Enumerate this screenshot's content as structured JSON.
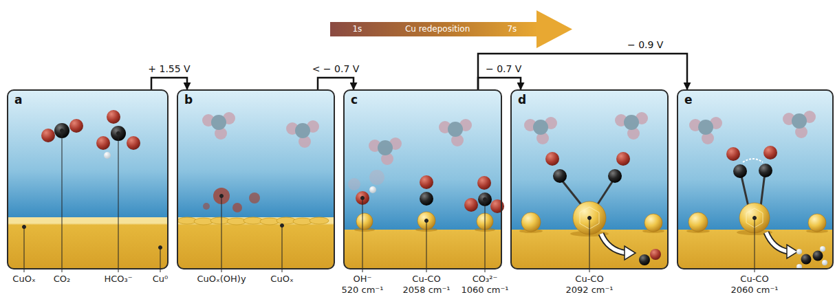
{
  "diagram": {
    "nodes": [
      {
        "text": [
          "a"
        ]
      },
      {
        "text": [
          "b"
        ]
      },
      {
        "text": [
          "c"
        ]
      },
      {
        "text": [
          "d"
        ]
      },
      {
        "text": [
          "e"
        ]
      }
    ],
    "edges": [
      {
        "from": 0,
        "to": 1,
        "arrow": "to",
        "label": "+ 1.55 V"
      },
      {
        "from": 1,
        "to": 2,
        "arrow": "to",
        "label": "< − 0.7 V"
      },
      {
        "from": 2,
        "to": 3,
        "arrow": "to",
        "label": "− 0.7 V"
      },
      {
        "from": 2,
        "to": 4,
        "arrow": "to",
        "label": "− 0.9 V"
      }
    ],
    "labels": [
      "1s",
      "Cu redeposition",
      "7s",
      "CuOₓ",
      "CO₂",
      "HCO₃⁻",
      "Cu⁰",
      "CuOₓ(OH)y",
      "CuOₓ",
      "OH⁻",
      "520 cm⁻¹",
      "Cu-CO",
      "2058 cm⁻¹",
      "CO₃²⁻",
      "1060 cm⁻¹",
      "Cu-CO",
      "2092 cm⁻¹",
      "Cu-CO",
      "2060 cm⁻¹"
    ]
  }
}
